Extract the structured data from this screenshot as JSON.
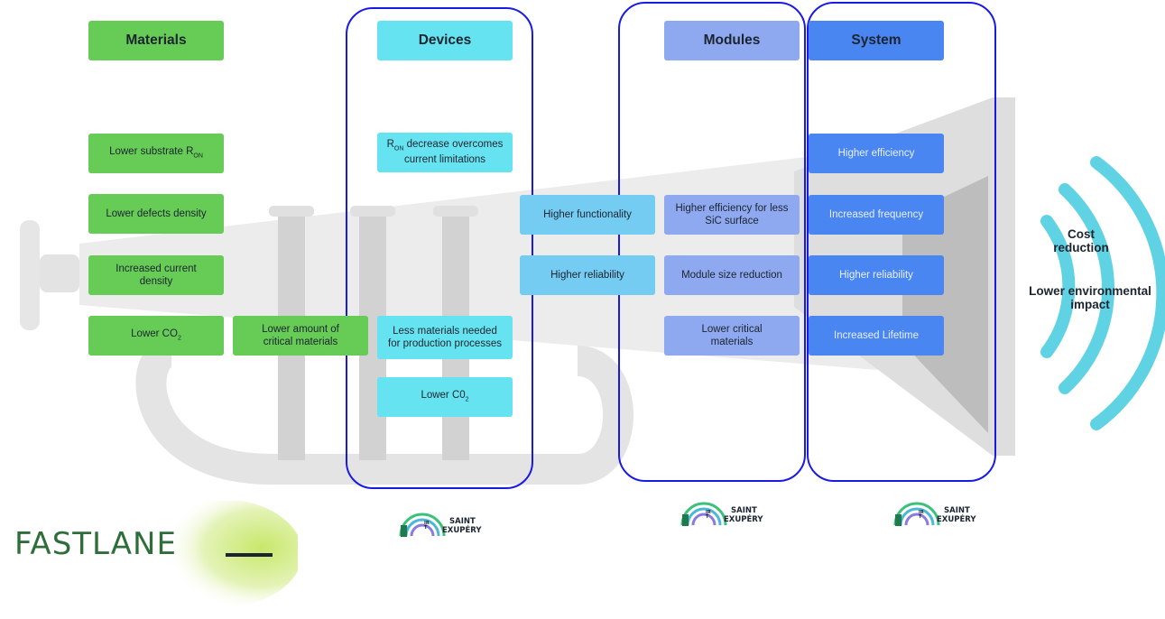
{
  "columns": {
    "materials": {
      "header": "Materials",
      "items": [
        "Lower substrate R",
        "Lower defects density",
        "Increased current density",
        "Lower CO",
        "Lower amount of critical materials"
      ],
      "sub": {
        "ron": "ON",
        "co2": "2"
      }
    },
    "devices": {
      "header": "Devices",
      "items": [
        "R",
        "decrease overcomes current limitations",
        "Less materials needed for production processes",
        "Lower C0"
      ],
      "sub": {
        "ron": "ON",
        "co2": "2"
      }
    },
    "bridge": {
      "items": [
        "Higher functionality",
        "Higher reliability"
      ]
    },
    "modules": {
      "header": "Modules",
      "items": [
        "Higher efficiency for less SiC surface",
        "Module size reduction",
        "Lower critical materials"
      ]
    },
    "system": {
      "header": "System",
      "items": [
        "Higher efficiency",
        "Increased frequency",
        "Higher reliability",
        "Increased Lifetime"
      ]
    }
  },
  "outcomes": {
    "cost": "Cost reduction",
    "environment": "Lower environmental impact"
  },
  "logos": {
    "partner": {
      "line1": "SAINT",
      "line2": "EXUPÉRY",
      "mark": "IRT"
    },
    "project": "FASTLANE"
  },
  "colors": {
    "materials": "#66cc55",
    "devices": "#66e3f0",
    "modules": "#8fa9f0",
    "system": "#4a86f2",
    "frame": "#1a1ae6",
    "waves": "#5fd3e3"
  }
}
